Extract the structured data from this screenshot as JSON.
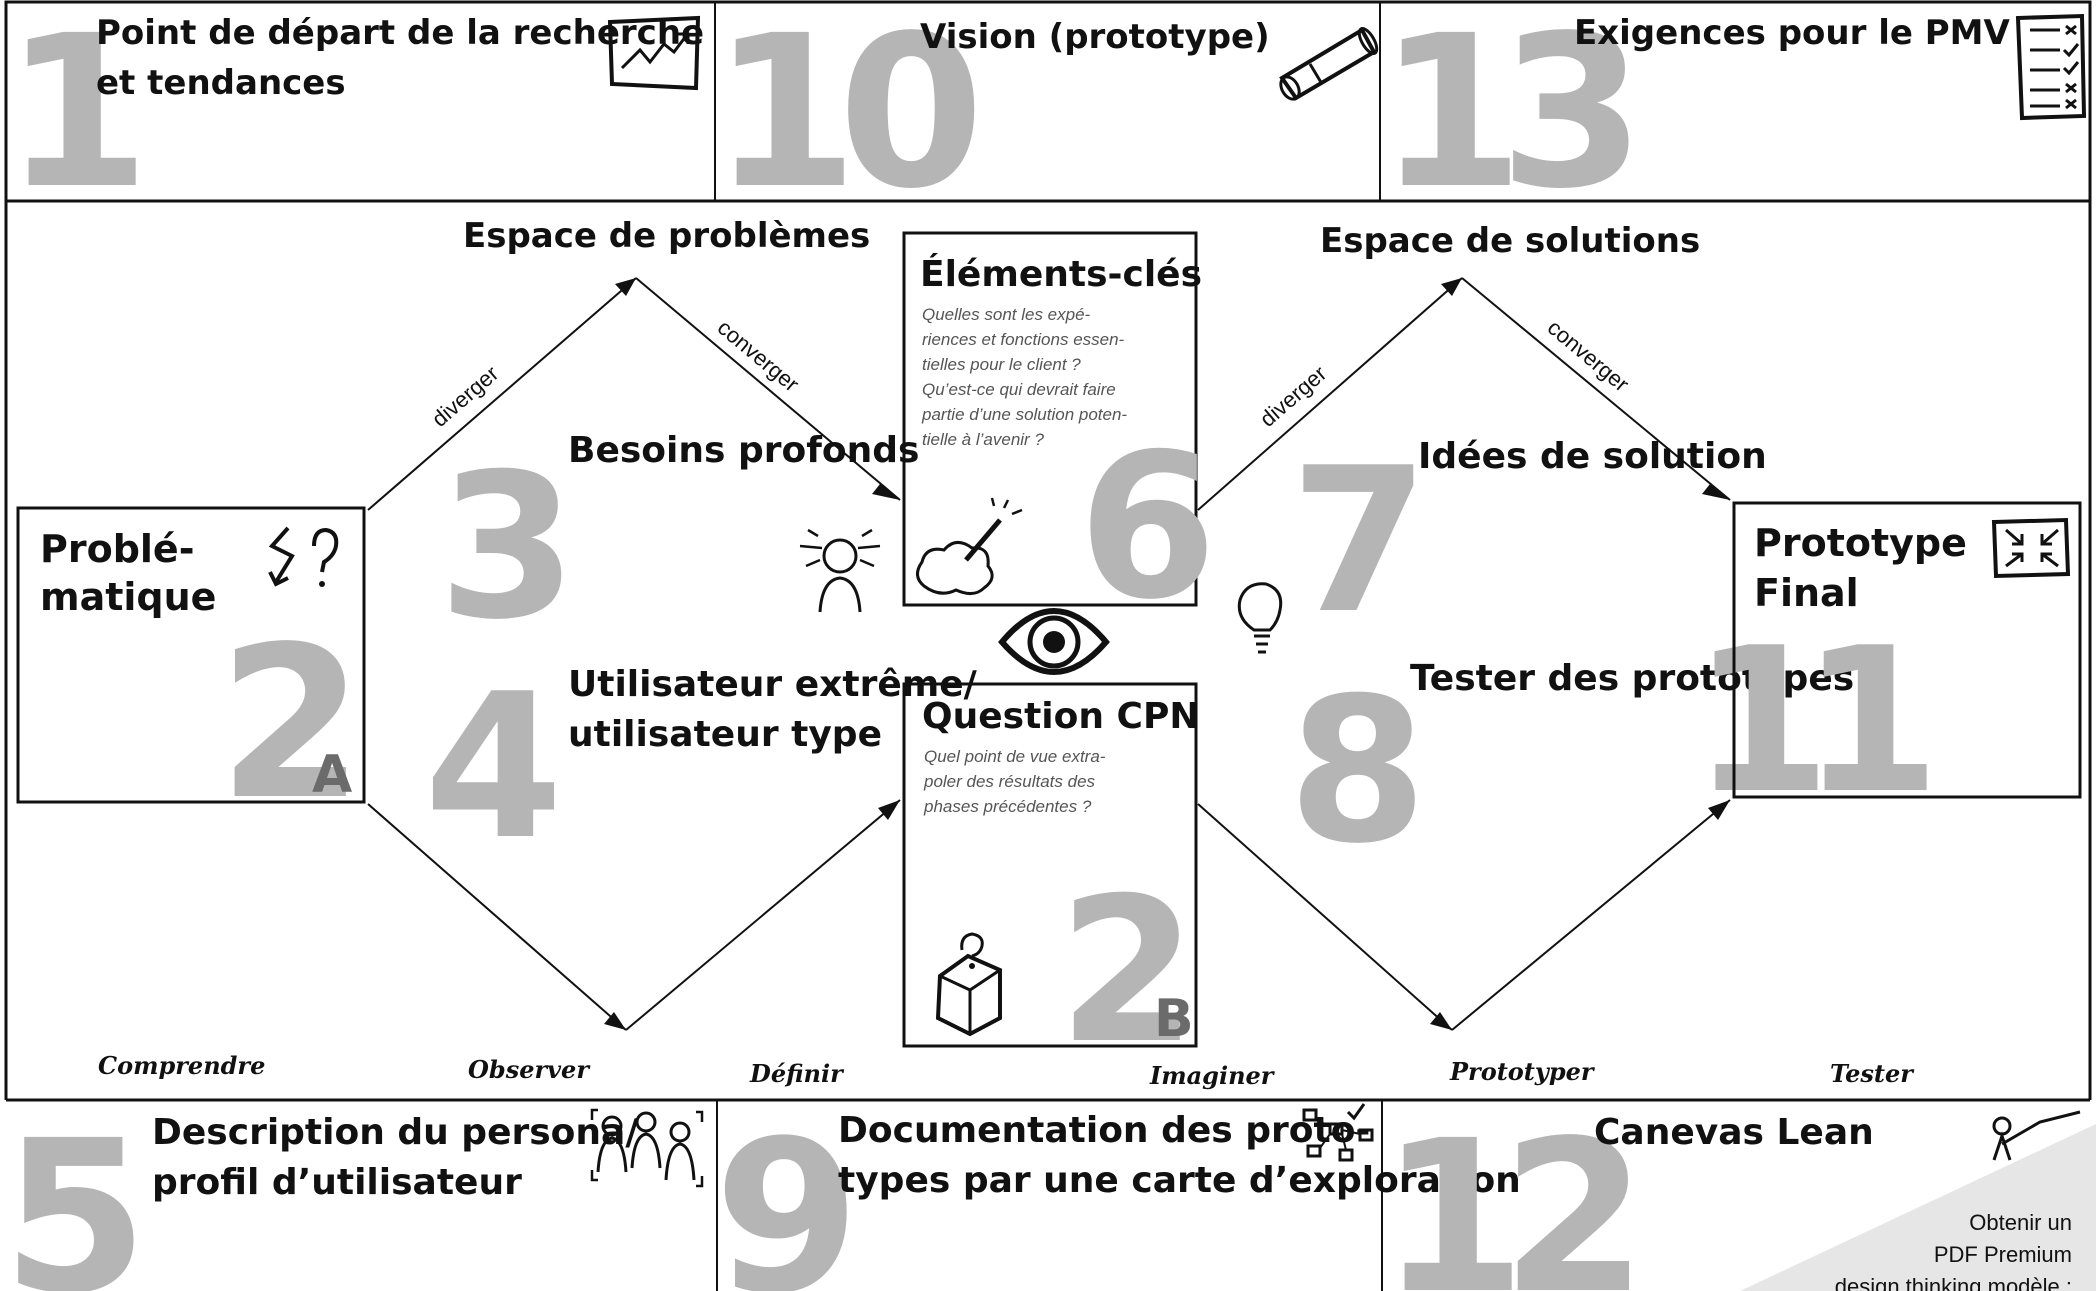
{
  "top_row": [
    {
      "number": "1",
      "title_line1": "Point de départ de la recherche",
      "title_line2": "et tendances",
      "icon": "trend-chart-icon"
    },
    {
      "number": "10",
      "title_line1": "Vision (prototype)",
      "icon": "telescope-icon"
    },
    {
      "number": "13",
      "title_line1": "Exigences pour le PMV",
      "icon": "checklist-icon"
    }
  ],
  "middle": {
    "problem_space_label": "Espace de problèmes",
    "solution_space_label": "Espace de solutions",
    "diverge_label": "diverger",
    "converge_label": "converger",
    "problematique": {
      "line1": "Problé-",
      "line2": "matique",
      "number": "2",
      "letter": "A",
      "icon": "lightning-question-icon"
    },
    "needs": {
      "number": "3",
      "title": "Besoins profonds",
      "icon": "stressed-person-icon"
    },
    "extreme_user": {
      "number": "4",
      "line1": "Utilisateur extrême/",
      "line2": "utilisateur type"
    },
    "key_elements": {
      "title": "Éléments-clés",
      "note_lines": [
        "Quelles sont les expé-",
        "riences et fonctions essen-",
        "tielles pour le client ?",
        "Qu’est-ce qui devrait faire",
        "partie d’une solution poten-",
        "tielle à l’avenir ?"
      ],
      "number": "6",
      "icon": "magic-wand-icon"
    },
    "pov_question": {
      "title": "Question CPN",
      "note_lines": [
        "Quel point de vue extra-",
        "poler des résultats des",
        "phases précédentes ?"
      ],
      "number": "2",
      "letter": "B",
      "icon": "question-box-icon"
    },
    "center_icon": "eye-icon",
    "solution_ideas": {
      "number": "7",
      "title": "Idées de solution",
      "icon": "lightbulb-icon"
    },
    "test_prototypes": {
      "number": "8",
      "title": "Tester des prototypes"
    },
    "final_prototype": {
      "line1": "Prototype",
      "line2": "Final",
      "number": "11",
      "icon": "shrink-arrows-icon"
    }
  },
  "phases": [
    "Comprendre",
    "Observer",
    "Définir",
    "Imaginer",
    "Prototyper",
    "Tester"
  ],
  "bottom_row": [
    {
      "number": "5",
      "title_line1": "Description du persona/",
      "title_line2": "profil d’utilisateur",
      "icon": "people-group-icon"
    },
    {
      "number": "9",
      "title_line1": "Documentation des proto-",
      "title_line2": "types par une carte d’exploration",
      "icon": "network-map-icon"
    },
    {
      "number": "12",
      "title_line1": "Canevas Lean",
      "icon": "person-slope-icon"
    }
  ],
  "promo": {
    "line1": "Obtenir un",
    "line2": "PDF Premium",
    "line3": "design thinking modèle :"
  }
}
